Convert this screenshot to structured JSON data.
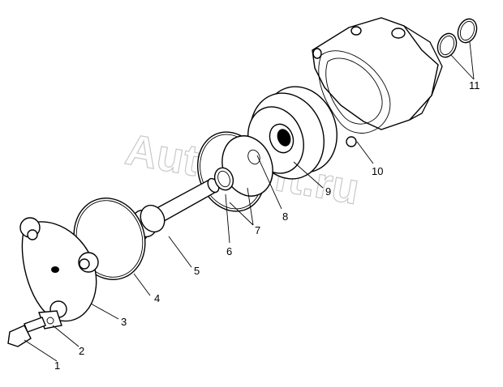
{
  "watermark": {
    "text": "Autosoft.ru"
  },
  "callouts": {
    "p1": "1",
    "p2": "2",
    "p3": "3",
    "p4": "4",
    "p5": "5",
    "p6": "6",
    "p7": "7",
    "p8": "8",
    "p9": "9",
    "p10": "10",
    "p11": "11"
  }
}
